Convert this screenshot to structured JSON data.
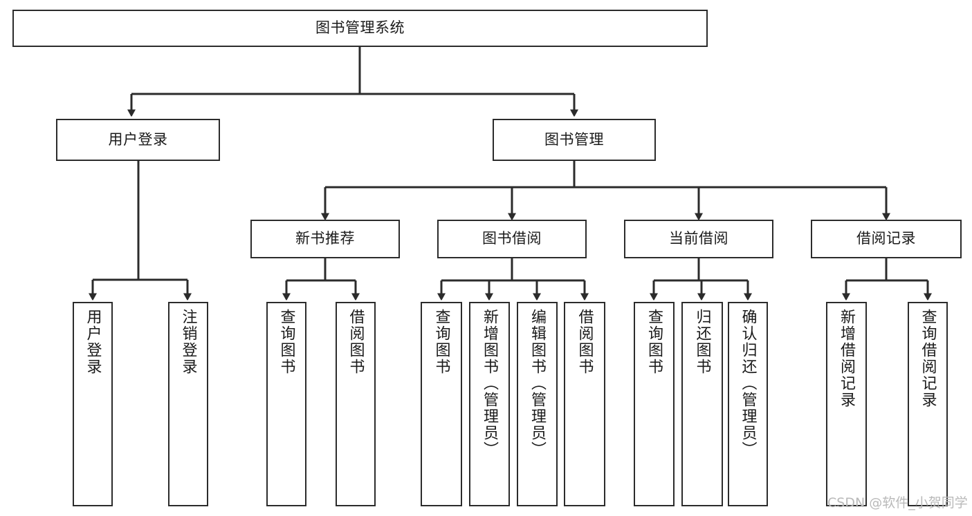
{
  "diagram": {
    "type": "tree-hierarchy",
    "title": "图书管理系统",
    "orientation": "top-down",
    "colors": {
      "node_border": "#2b2b2b",
      "node_fill": "#ffffff",
      "connector": "#2b2b2b",
      "text": "#1a1a1a",
      "watermark": "#b9b9b9"
    },
    "levels": [
      {
        "level": 1,
        "nodes": [
          {
            "id": "root",
            "label": "图书管理系统",
            "orientation": "horizontal"
          }
        ]
      },
      {
        "level": 2,
        "nodes": [
          {
            "id": "login",
            "label": "用户登录",
            "orientation": "horizontal",
            "parent": "root"
          },
          {
            "id": "bookmgmt",
            "label": "图书管理",
            "orientation": "horizontal",
            "parent": "root"
          }
        ]
      },
      {
        "level": 3,
        "nodes": [
          {
            "id": "newbook",
            "label": "新书推荐",
            "orientation": "horizontal",
            "parent": "bookmgmt"
          },
          {
            "id": "borrow",
            "label": "图书借阅",
            "orientation": "horizontal",
            "parent": "bookmgmt"
          },
          {
            "id": "current",
            "label": "当前借阅",
            "orientation": "horizontal",
            "parent": "bookmgmt"
          },
          {
            "id": "records",
            "label": "借阅记录",
            "orientation": "horizontal",
            "parent": "bookmgmt"
          }
        ]
      },
      {
        "level": 4,
        "nodes": [
          {
            "id": "leaf1",
            "label": "用户登录",
            "orientation": "vertical",
            "parent": "login"
          },
          {
            "id": "leaf2",
            "label": "注销登录",
            "orientation": "vertical",
            "parent": "login"
          },
          {
            "id": "leaf3",
            "label": "查询图书",
            "orientation": "vertical",
            "parent": "newbook"
          },
          {
            "id": "leaf4",
            "label": "借阅图书",
            "orientation": "vertical",
            "parent": "newbook"
          },
          {
            "id": "leaf5",
            "label": "查询图书",
            "orientation": "vertical",
            "parent": "borrow"
          },
          {
            "id": "leaf6",
            "label": "新增图书（管理员）",
            "orientation": "vertical",
            "parent": "borrow"
          },
          {
            "id": "leaf7",
            "label": "编辑图书（管理员）",
            "orientation": "vertical",
            "parent": "borrow"
          },
          {
            "id": "leaf8",
            "label": "借阅图书",
            "orientation": "vertical",
            "parent": "borrow"
          },
          {
            "id": "leaf9",
            "label": "查询图书",
            "orientation": "vertical",
            "parent": "current"
          },
          {
            "id": "leaf10",
            "label": "归还图书",
            "orientation": "vertical",
            "parent": "current"
          },
          {
            "id": "leaf11",
            "label": "确认归还（管理员）",
            "orientation": "vertical",
            "parent": "current"
          },
          {
            "id": "leaf12",
            "label": "新增借阅记录",
            "orientation": "vertical",
            "parent": "records"
          },
          {
            "id": "leaf13",
            "label": "查询借阅记录",
            "orientation": "vertical",
            "parent": "records"
          }
        ]
      }
    ],
    "watermark": "CSDN @软件_小贺同学"
  }
}
